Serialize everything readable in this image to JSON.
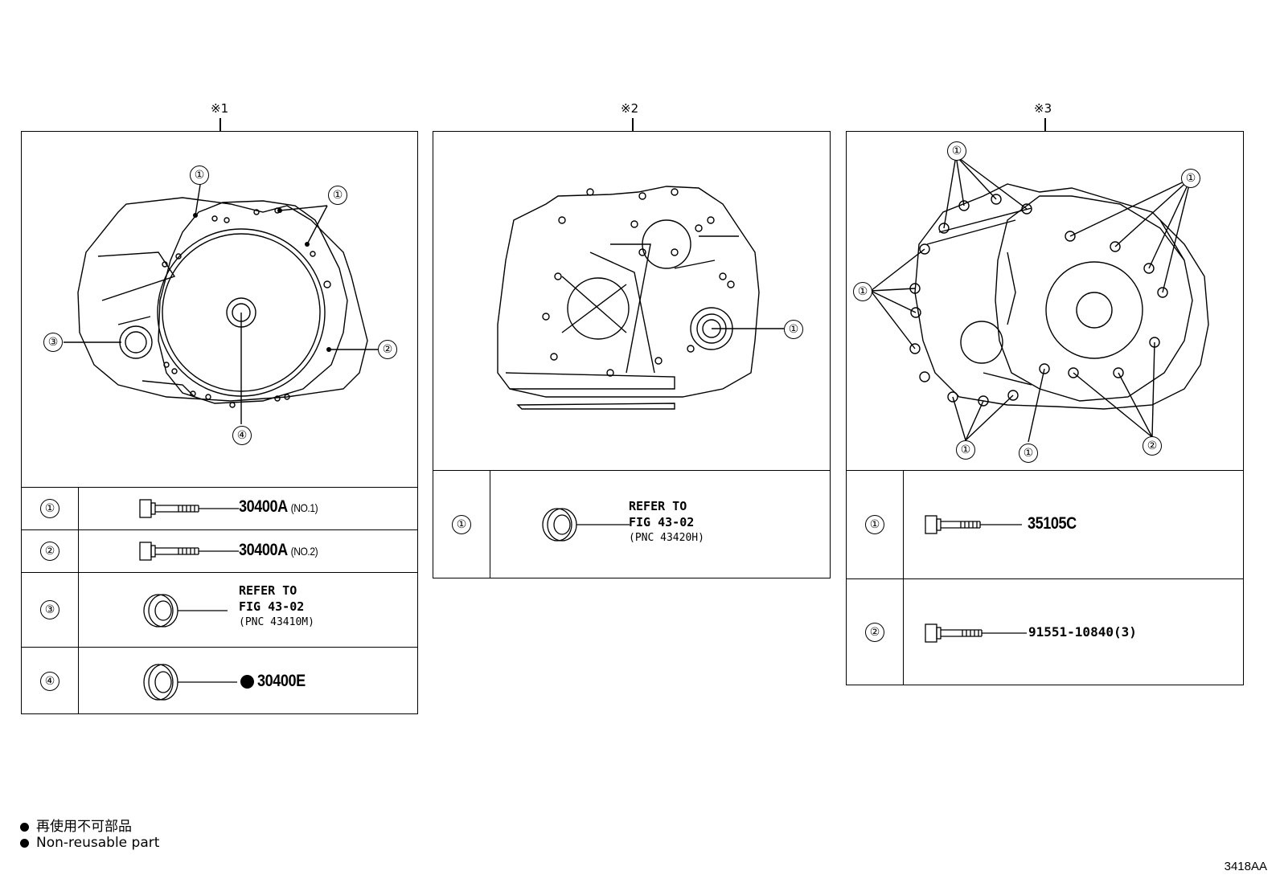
{
  "panels": [
    {
      "title": "※1",
      "callouts": [
        "①",
        "①",
        "③",
        "②",
        "④"
      ],
      "rows": [
        {
          "num": "①",
          "part": "30400A",
          "suffix": "(NO.1)"
        },
        {
          "num": "②",
          "part": "30400A",
          "suffix": "(NO.2)"
        },
        {
          "num": "③",
          "ref_line1": "REFER TO",
          "ref_line2": "FIG 43-02",
          "ref_line3": "(PNC 43410M)"
        },
        {
          "num": "④",
          "part": "30400E"
        }
      ]
    },
    {
      "title": "※2",
      "callouts": [
        "①"
      ],
      "rows": [
        {
          "num": "①",
          "ref_line1": "REFER TO",
          "ref_line2": "FIG 43-02",
          "ref_line3": "(PNC 43420H)"
        }
      ]
    },
    {
      "title": "※3",
      "callouts": [
        "①",
        "①",
        "①",
        "①",
        "①",
        "②"
      ],
      "rows": [
        {
          "num": "①",
          "part": "35105C"
        },
        {
          "num": "②",
          "part": "91551-10840(3)"
        }
      ]
    }
  ],
  "legend": {
    "line_jp": "再使用不可部品",
    "line_en": "Non-reusable part"
  },
  "figure_code": "3418AA"
}
